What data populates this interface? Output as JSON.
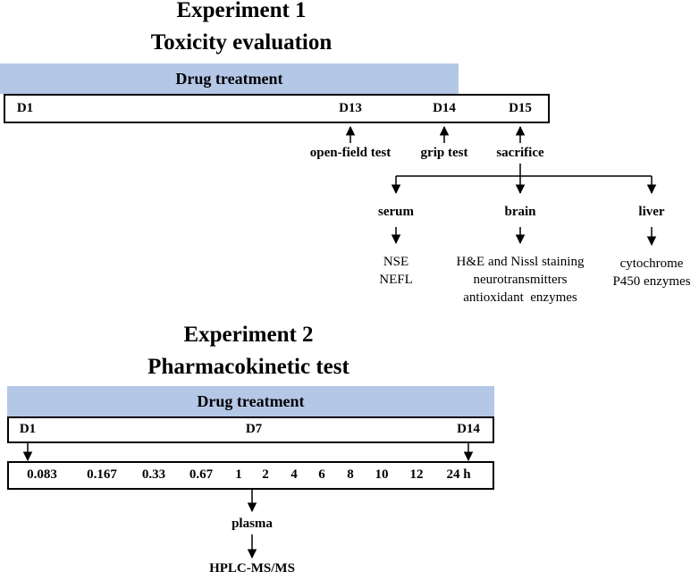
{
  "experiment1": {
    "title": "Experiment 1",
    "subtitle": "Toxicity evaluation",
    "band_label": "Drug treatment",
    "days": [
      "D1",
      "D13",
      "D14",
      "D15"
    ],
    "tests": [
      "open-field test",
      "grip test",
      "sacrifice"
    ],
    "tissues": [
      "serum",
      "brain",
      "liver"
    ],
    "serum_items": [
      "NSE",
      "NEFL"
    ],
    "brain_items": [
      "H&E and Nissl staining",
      "neurotransmitters",
      "antioxidant  enzymes"
    ],
    "liver_items": [
      "cytochrome",
      "P450 enzymes"
    ]
  },
  "experiment2": {
    "title": "Experiment 2",
    "subtitle": "Pharmacokinetic test",
    "band_label": "Drug treatment",
    "days": [
      "D1",
      "D7",
      "D14"
    ],
    "timepoints": [
      "0.083",
      "0.167",
      "0.33",
      "0.67",
      "1",
      "2",
      "4",
      "6",
      "8",
      "10",
      "12",
      "24 h"
    ],
    "sample": "plasma",
    "method": "HPLC-MS/MS"
  },
  "colors": {
    "band": "#b4c7e7",
    "line": "#000000"
  }
}
